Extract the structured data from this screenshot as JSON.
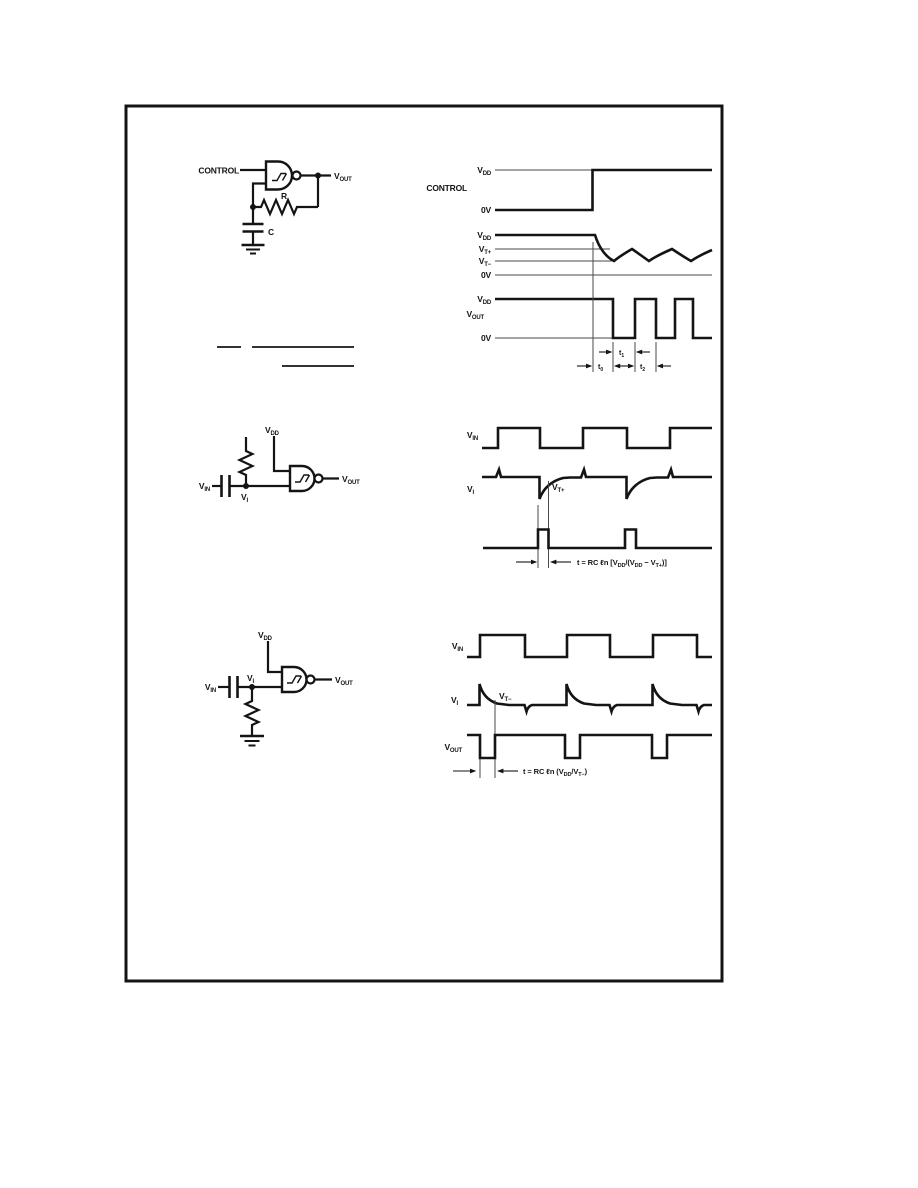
{
  "page": {
    "bg": "#ffffff",
    "ink": "#141414",
    "thin_line": "#4a4a4a"
  },
  "labels": {
    "control": "CONTROL",
    "zero_volts": "0V",
    "v": "V",
    "sub_dd": "DD",
    "sub_out": "OUT",
    "sub_in": "IN",
    "sub_i": "I",
    "sub_t_plus": "T+",
    "sub_t_minus": "T−",
    "resistor": "R",
    "capacitor": "C",
    "t": "t",
    "sub_0": "0",
    "sub_1": "1",
    "sub_2": "2"
  },
  "formulas": {
    "falling_edge_pulse_width": {
      "text": "t = RC ℓn [VDD/(VDD − VT+)]",
      "p1": "t = RC ℓn [V",
      "s1": "DD",
      "p2": "/(V",
      "s2": "DD",
      "p3": " − V",
      "s3": "T+",
      "p4": ")]"
    },
    "rising_edge_pulse_width": {
      "text": "t = RC ℓn (VDD/VT−)",
      "p1": "t = RC ℓn (V",
      "s1": "DD",
      "p2": "/V",
      "s2": "T−",
      "p3": ")"
    }
  }
}
